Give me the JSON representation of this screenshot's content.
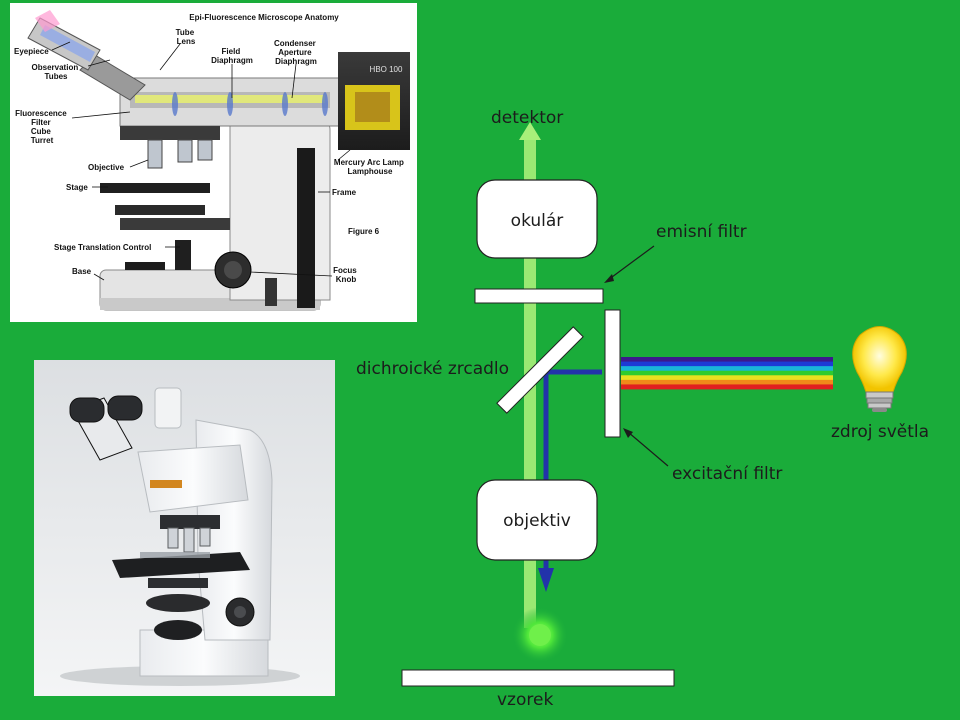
{
  "slide": {
    "background": "#1aac3a"
  },
  "anatomy": {
    "title": "Epi-Fluorescence Microscope Anatomy",
    "labels": {
      "eyepiece": "Eyepiece",
      "observation_tubes": [
        "Observation",
        "Tubes"
      ],
      "tube_lens": [
        "Tube",
        "Lens"
      ],
      "field_diaphragm": [
        "Field",
        "Diaphragm"
      ],
      "condenser_aperture": [
        "Condenser",
        "Aperture",
        "Diaphragm"
      ],
      "lamp_model": "HBO 100",
      "fluorescence_turret": [
        "Fluorescence",
        "Filter",
        "Cube",
        "Turret"
      ],
      "objective": "Objective",
      "mercury_lamp": [
        "Mercury Arc Lamp",
        "Lamphouse"
      ],
      "stage": "Stage",
      "frame": "Frame",
      "figure": "Figure 6",
      "stage_translation": "Stage Translation Control",
      "base": "Base",
      "focus_knob": [
        "Focus",
        "Knob"
      ]
    }
  },
  "diagram": {
    "detector": "detektor",
    "eyepiece": "okulár",
    "emission_filter": "emisní filtr",
    "dichroic_mirror": "dichroické zrcadlo",
    "light_source": "zdroj světla",
    "excitation_filter": "excitační filtr",
    "objective": "objektiv",
    "sample": "vzorek",
    "spectrum_colors": [
      "#3c1a8c",
      "#1d3bd6",
      "#19b6d8",
      "#2ecc2e",
      "#e8e020",
      "#f08a1a",
      "#e02020"
    ],
    "excitation_color": "#2233aa",
    "emission_color": "#a8f07a"
  }
}
